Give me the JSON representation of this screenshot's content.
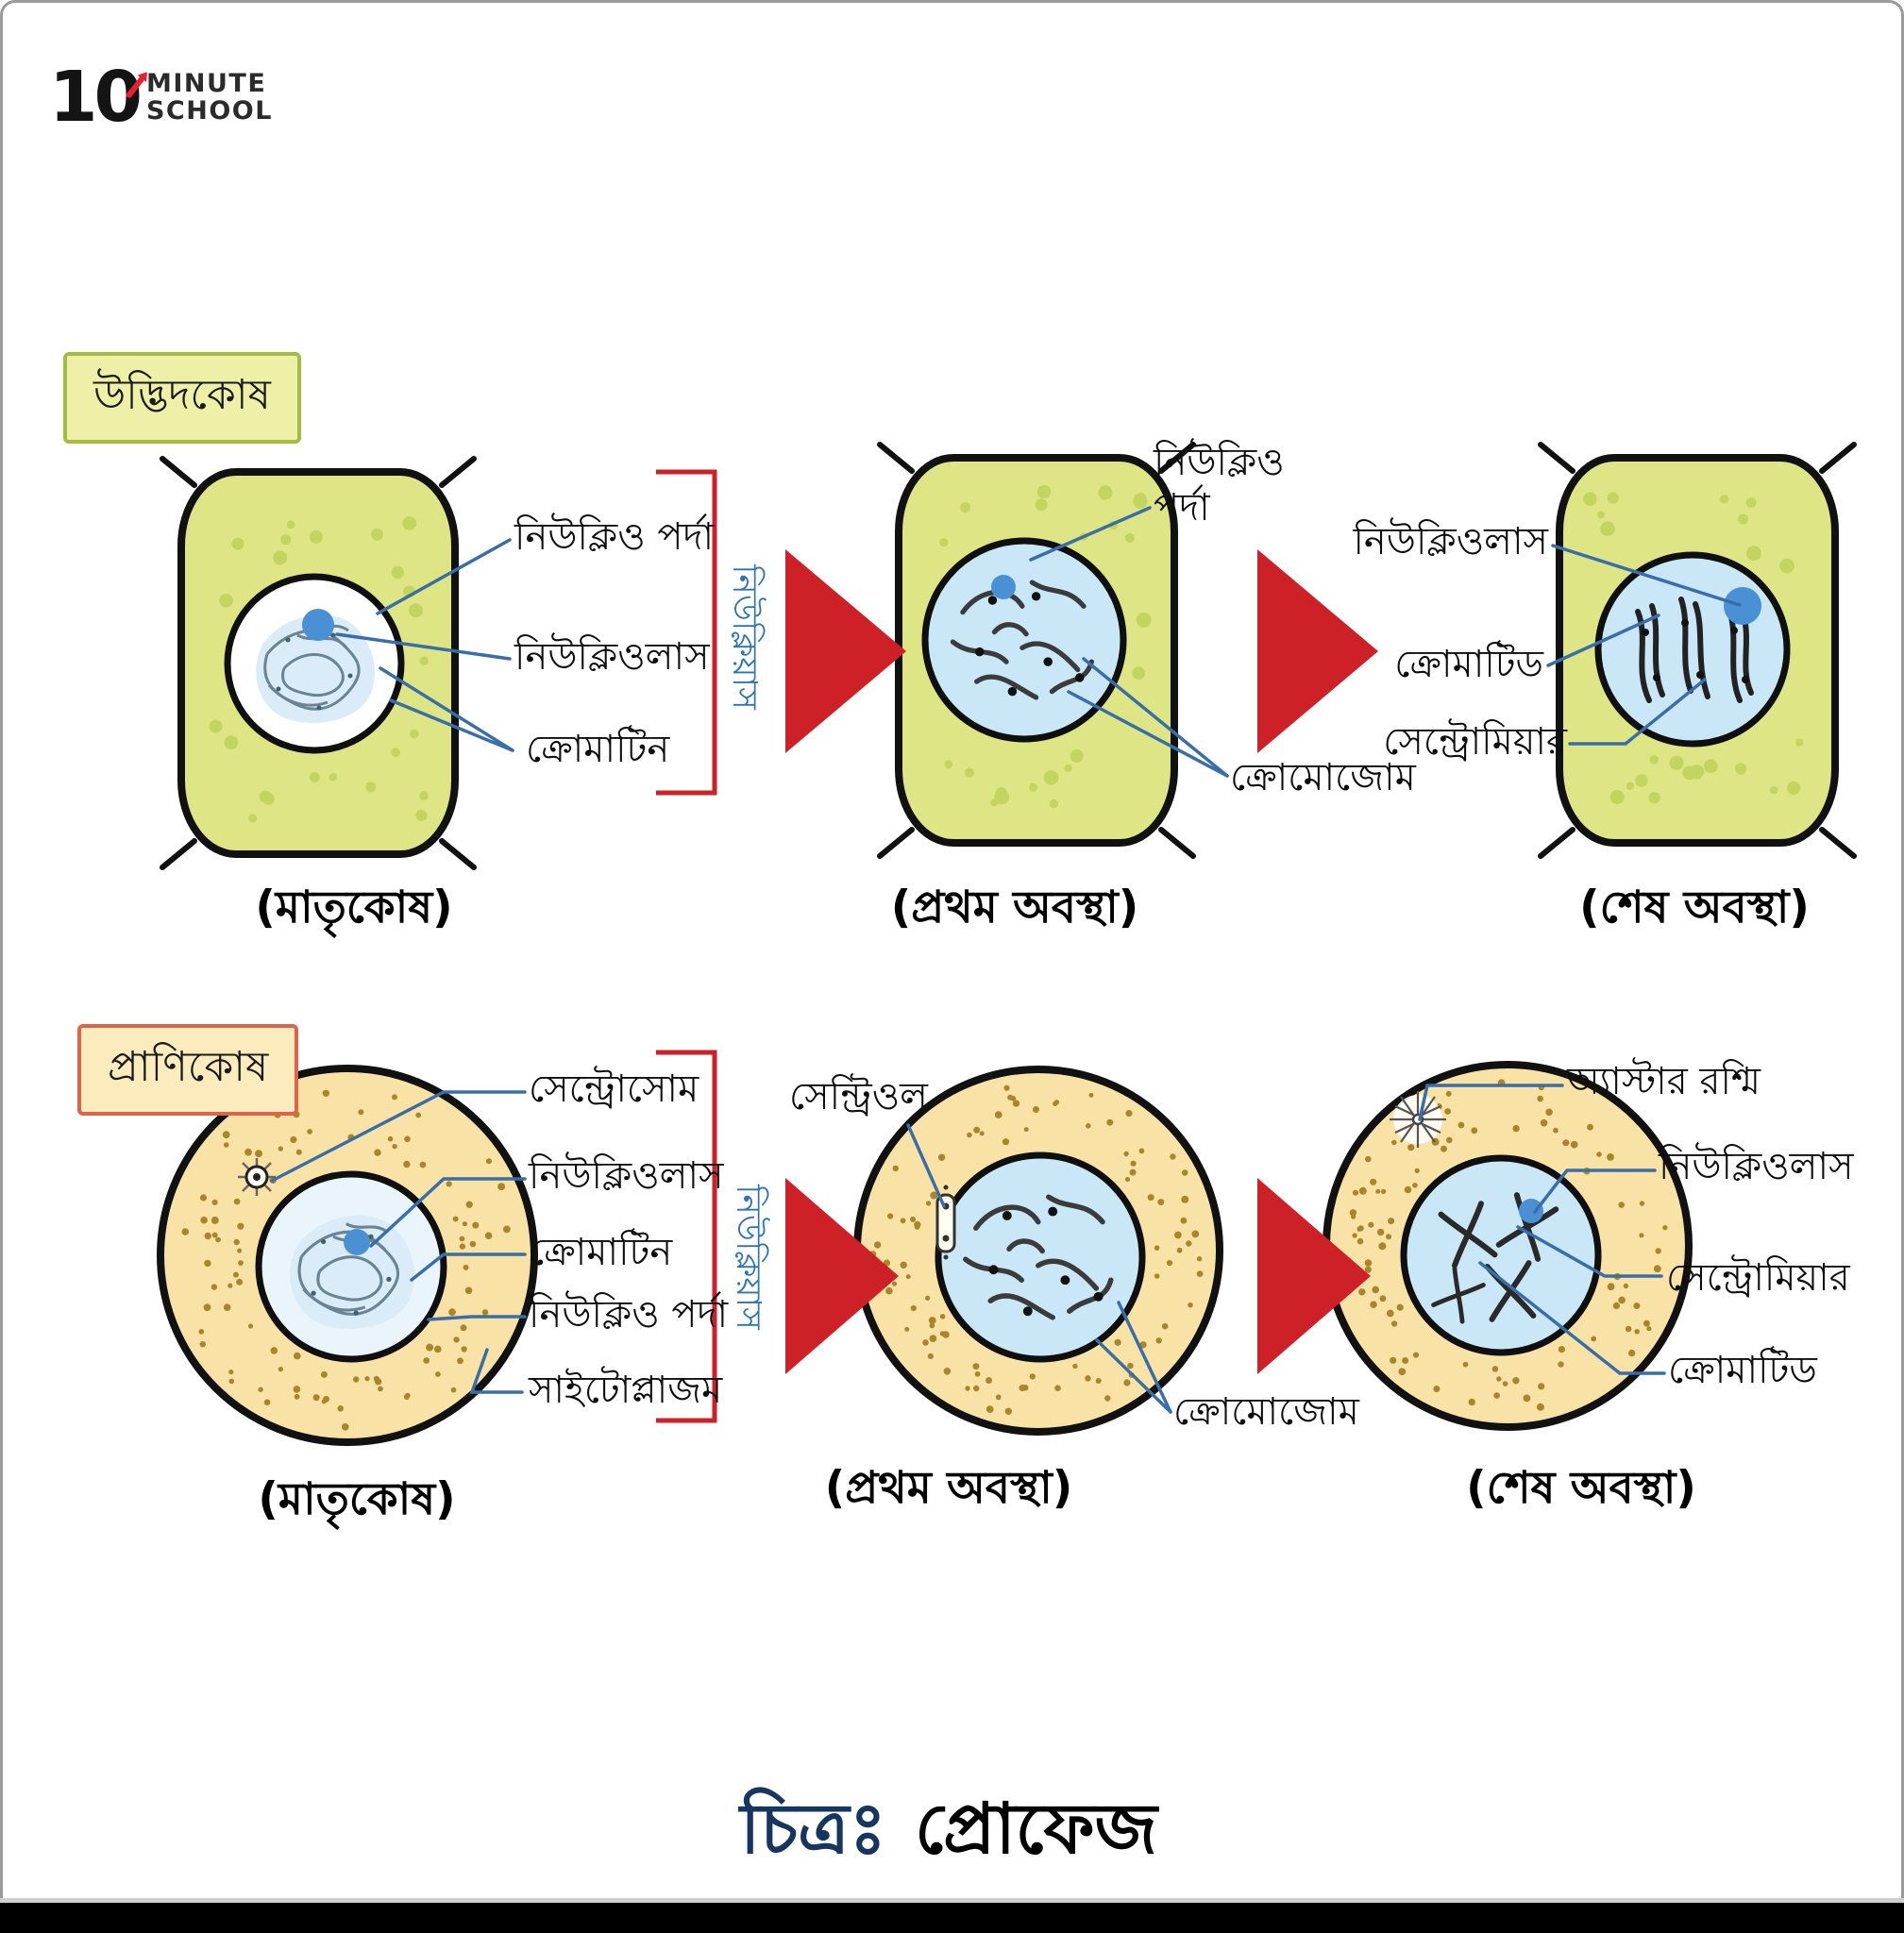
{
  "logo": {
    "number": "10",
    "word1": "MINUTE",
    "word2": "SCHOOL"
  },
  "plant": {
    "badge": "উদ্ভিদকোষ",
    "nucleus_bracket_label": "নিউক্লিয়াস",
    "mother": {
      "caption": "(মাতৃকোষ)",
      "label_membrane": "নিউক্লিও পর্দা",
      "label_nucleolus": "নিউক্লিওলাস",
      "label_chromatin": "ক্রোমাটিন"
    },
    "early": {
      "caption": "(প্রথম অবস্থা)",
      "label_membrane": "নিউক্লিও পর্দা",
      "label_chromosome": "ক্রোমোজোম"
    },
    "late": {
      "caption": "(শেষ অবস্থা)",
      "label_nucleolus": "নিউক্লিওলাস",
      "label_chromatid": "ক্রোমাটিড",
      "label_centromere": "সেন্ট্রোমিয়ার"
    }
  },
  "animal": {
    "badge": "প্রাণিকোষ",
    "nucleus_bracket_label": "নিউক্লিয়াস",
    "mother": {
      "caption": "(মাতৃকোষ)",
      "label_centrosome": "সেন্ট্রোসোম",
      "label_nucleolus": "নিউক্লিওলাস",
      "label_chromatin": "ক্রোমাটিন",
      "label_membrane": "নিউক্লিও পর্দা",
      "label_cytoplasm": "সাইটোপ্লাজম"
    },
    "early": {
      "caption": "(প্রথম অবস্থা)",
      "label_centriole": "সেন্ট্রিওল",
      "label_chromosome": "ক্রোমোজোম"
    },
    "late": {
      "caption": "(শেষ অবস্থা)",
      "label_aster": "অ্যাস্টার রশ্মি",
      "label_nucleolus": "নিউক্লিওলাস",
      "label_centromere": "সেন্ট্রোমিয়ার",
      "label_chromatid": "ক্রোমাটিড"
    }
  },
  "figure": {
    "prefix": "চিত্রঃ",
    "title": "প্রোফেজ"
  },
  "colors": {
    "plant_cytoplasm": "#dde584",
    "plant_speckle": "#c3d45f",
    "animal_cytoplasm": "#f9e2a6",
    "animal_speckle": "#a8872c",
    "nucleus_fill": "#c9e7f7",
    "mother_nucleus_fill": "#ffffff",
    "chromatin_blob": "#d9ecf7",
    "nucleolus_blue": "#4a90d5",
    "arrow_red": "#ce2127",
    "bracket_red": "#ce2127",
    "leader_blue": "#3a6ea8",
    "vertical_label_blue": "#2e74b5",
    "plant_badge_bg": "#eef0a8",
    "plant_badge_border": "#a3bd3f",
    "animal_badge_bg": "#fcebbd",
    "animal_badge_border": "#dd6448",
    "figure_prefix_navy": "#16355f",
    "logo_red": "#e8212e"
  }
}
